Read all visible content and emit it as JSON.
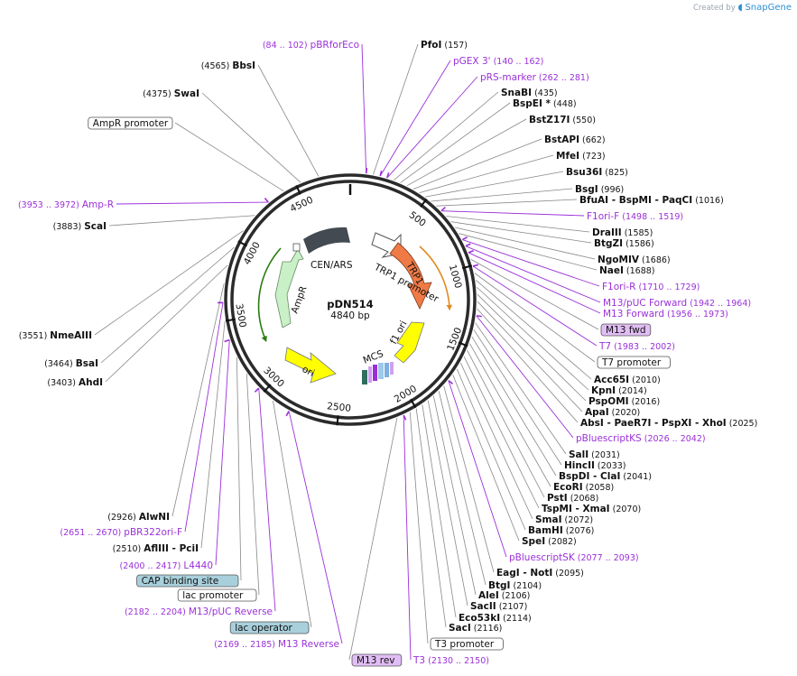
{
  "credit": {
    "prefix": "Created by",
    "brand": "SnapGene"
  },
  "plasmid": {
    "name": "pDN514",
    "size": "4840 bp"
  },
  "ticks": [
    "500",
    "1000",
    "1500",
    "2000",
    "2500",
    "3000",
    "3500",
    "4000",
    "4500"
  ],
  "features": {
    "cen_ars": "CEN/ARS",
    "trp1_promoter": "TRP1 promoter",
    "trp1": "TRP1",
    "ampr": "AmpR",
    "ori": "ori",
    "f1_ori": "f1 ori",
    "mcs": "MCS"
  },
  "right_labels": [
    {
      "kind": "prim",
      "name": "pBRforEco",
      "pos": "(84 .. 102)",
      "align": "end"
    },
    {
      "kind": "enz",
      "name": "PfoI",
      "pos": "(157)"
    },
    {
      "kind": "prim",
      "name": "pGEX 3'",
      "pos": "(140 .. 162)"
    },
    {
      "kind": "prim",
      "name": "pRS-marker",
      "pos": "(262 .. 281)"
    },
    {
      "kind": "enz",
      "name": "SnaBI",
      "pos": "(435)"
    },
    {
      "kind": "enz",
      "name": "BspEI *",
      "pos": "(448)"
    },
    {
      "kind": "enz",
      "name": "BstZ17I",
      "pos": "(550)"
    },
    {
      "kind": "enz",
      "name": "BstAPI",
      "pos": "(662)"
    },
    {
      "kind": "enz",
      "name": "MfeI",
      "pos": "(723)"
    },
    {
      "kind": "enz",
      "name": "Bsu36I",
      "pos": "(825)"
    },
    {
      "kind": "enz",
      "name": "BsgI",
      "pos": "(996)"
    },
    {
      "kind": "enz",
      "name": "BfuAI  - BspMI  - PaqCI",
      "pos": "(1016)"
    },
    {
      "kind": "prim",
      "name": "F1ori-F",
      "pos": "(1498 .. 1519)"
    },
    {
      "kind": "enz",
      "name": "DraIII",
      "pos": "(1585)"
    },
    {
      "kind": "enz",
      "name": "BtgZI",
      "pos": "(1586)"
    },
    {
      "kind": "enz",
      "name": "NgoMIV",
      "pos": "(1686)"
    },
    {
      "kind": "enz",
      "name": "NaeI",
      "pos": "(1688)"
    },
    {
      "kind": "prim",
      "name": "F1ori-R",
      "pos": "(1710 .. 1729)"
    },
    {
      "kind": "prim",
      "name": "M13/pUC Forward",
      "pos": "(1942 .. 1964)"
    },
    {
      "kind": "prim",
      "name": "M13 Forward",
      "pos": "(1956 .. 1973)"
    },
    {
      "kind": "box_purple",
      "name": "M13 fwd",
      "pos": ""
    },
    {
      "kind": "prim",
      "name": "T7",
      "pos": "(1983 .. 2002)"
    },
    {
      "kind": "box_white",
      "name": "T7 promoter",
      "pos": ""
    },
    {
      "kind": "enz",
      "name": "Acc65I",
      "pos": "(2010)"
    },
    {
      "kind": "enz",
      "name": "KpnI",
      "pos": "(2014)"
    },
    {
      "kind": "enz",
      "name": "PspOMI",
      "pos": "(2016)"
    },
    {
      "kind": "enz",
      "name": "ApaI",
      "pos": "(2020)"
    },
    {
      "kind": "enz",
      "name": "AbsI  - PaeR7I  - PspXI  - XhoI",
      "pos": "(2025)"
    },
    {
      "kind": "prim",
      "name": "pBluescriptKS",
      "pos": "(2026 .. 2042)"
    },
    {
      "kind": "enz",
      "name": "SalI",
      "pos": "(2031)"
    },
    {
      "kind": "enz",
      "name": "HincII",
      "pos": "(2033)"
    },
    {
      "kind": "enz",
      "name": "BspDI  - ClaI",
      "pos": "(2041)"
    },
    {
      "kind": "enz",
      "name": "EcoRI",
      "pos": "(2058)"
    },
    {
      "kind": "enz",
      "name": "PstI",
      "pos": "(2068)"
    },
    {
      "kind": "enz",
      "name": "TspMI  - XmaI",
      "pos": "(2070)"
    },
    {
      "kind": "enz",
      "name": "SmaI",
      "pos": "(2072)"
    },
    {
      "kind": "enz",
      "name": "BamHI",
      "pos": "(2076)"
    },
    {
      "kind": "enz",
      "name": "SpeI",
      "pos": "(2082)"
    },
    {
      "kind": "prim",
      "name": "pBluescriptSK",
      "pos": "(2077 .. 2093)"
    },
    {
      "kind": "enz",
      "name": "EagI  - NotI",
      "pos": "(2095)"
    },
    {
      "kind": "enz",
      "name": "BtgI",
      "pos": "(2104)"
    },
    {
      "kind": "enz",
      "name": "AleI",
      "pos": "(2106)"
    },
    {
      "kind": "enz",
      "name": "SacII",
      "pos": "(2107)"
    },
    {
      "kind": "enz",
      "name": "Eco53kI",
      "pos": "(2114)"
    },
    {
      "kind": "enz",
      "name": "SacI",
      "pos": "(2116)"
    },
    {
      "kind": "box_white",
      "name": "T3 promoter",
      "pos": ""
    },
    {
      "kind": "prim",
      "name": "T3",
      "pos": "(2130 .. 2150)"
    },
    {
      "kind": "box_purple",
      "name": "M13 rev",
      "pos": ""
    }
  ],
  "left_labels": [
    {
      "kind": "enz",
      "name": "BbsI",
      "pos": "(4565)"
    },
    {
      "kind": "enz",
      "name": "SwaI",
      "pos": "(4375)"
    },
    {
      "kind": "box_white",
      "name": "AmpR promoter",
      "pos": ""
    },
    {
      "kind": "prim",
      "name": "Amp-R",
      "pos": "(3953 .. 3972)"
    },
    {
      "kind": "enz",
      "name": "ScaI",
      "pos": "(3883)"
    },
    {
      "kind": "enz",
      "name": "NmeAIII",
      "pos": "(3551)"
    },
    {
      "kind": "enz",
      "name": "BsaI",
      "pos": "(3464)"
    },
    {
      "kind": "enz",
      "name": "AhdI",
      "pos": "(3403)"
    },
    {
      "kind": "enz",
      "name": "AlwNI",
      "pos": "(2926)"
    },
    {
      "kind": "prim",
      "name": "pBR322ori-F",
      "pos": "(2651 .. 2670)"
    },
    {
      "kind": "enz",
      "name": "AflIII  - PciI",
      "pos": "(2510)"
    },
    {
      "kind": "prim",
      "name": "L4440",
      "pos": "(2400 .. 2417)"
    },
    {
      "kind": "box_blue",
      "name": "CAP binding site",
      "pos": ""
    },
    {
      "kind": "box_white",
      "name": "lac promoter",
      "pos": ""
    },
    {
      "kind": "prim",
      "name": "M13/pUC Reverse",
      "pos": "(2182 .. 2204)"
    },
    {
      "kind": "box_blue",
      "name": "lac operator",
      "pos": ""
    },
    {
      "kind": "prim",
      "name": "M13 Reverse",
      "pos": "(2169 .. 2185)"
    }
  ],
  "colors": {
    "primer": "#9b30d9",
    "ring": "#2b2b2b",
    "trp1": "#f07a45",
    "ampr": "#c9f0c6",
    "ori": "#ffff00",
    "cen_ars": "#434a52",
    "box_blue": "#a8d0dc",
    "box_purple": "#e1bdf5"
  }
}
